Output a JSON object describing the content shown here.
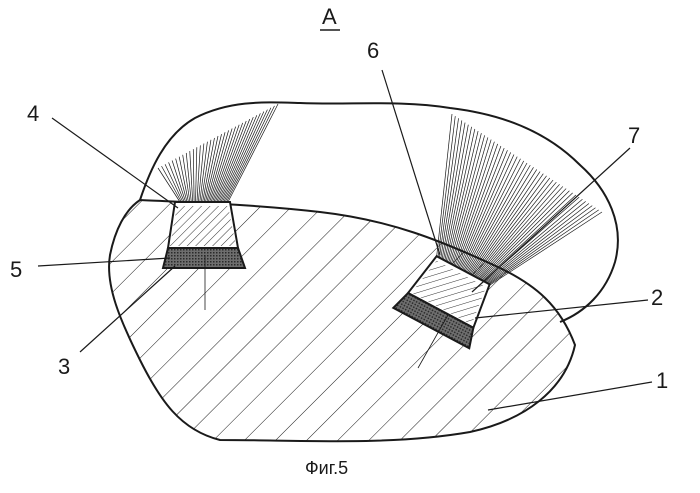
{
  "view_label": "А",
  "caption": "Фиг.5",
  "callouts": {
    "c1": "1",
    "c2": "2",
    "c3": "3",
    "c4": "4",
    "c5": "5",
    "c6": "6",
    "c7": "7"
  },
  "colors": {
    "ink": "#1a1a1a",
    "background": "#ffffff",
    "mesh": "#7a7a7a"
  }
}
